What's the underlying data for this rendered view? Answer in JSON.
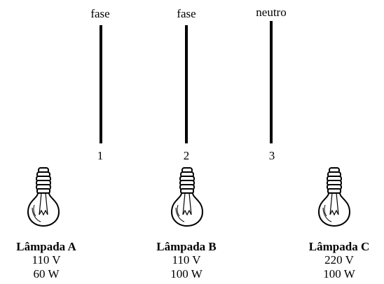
{
  "wires": [
    {
      "id": "wire-1",
      "label": "fase",
      "number": "1"
    },
    {
      "id": "wire-2",
      "label": "fase",
      "number": "2"
    },
    {
      "id": "wire-3",
      "label": "neutro",
      "number": "3"
    }
  ],
  "lamps": [
    {
      "id": "lamp-a",
      "name": "Lâmpada A",
      "voltage": "110 V",
      "power": "60 W"
    },
    {
      "id": "lamp-b",
      "name": "Lâmpada B",
      "voltage": "110 V",
      "power": "100 W"
    },
    {
      "id": "lamp-c",
      "name": "Lâmpada C",
      "voltage": "220 V",
      "power": "100 W"
    }
  ]
}
